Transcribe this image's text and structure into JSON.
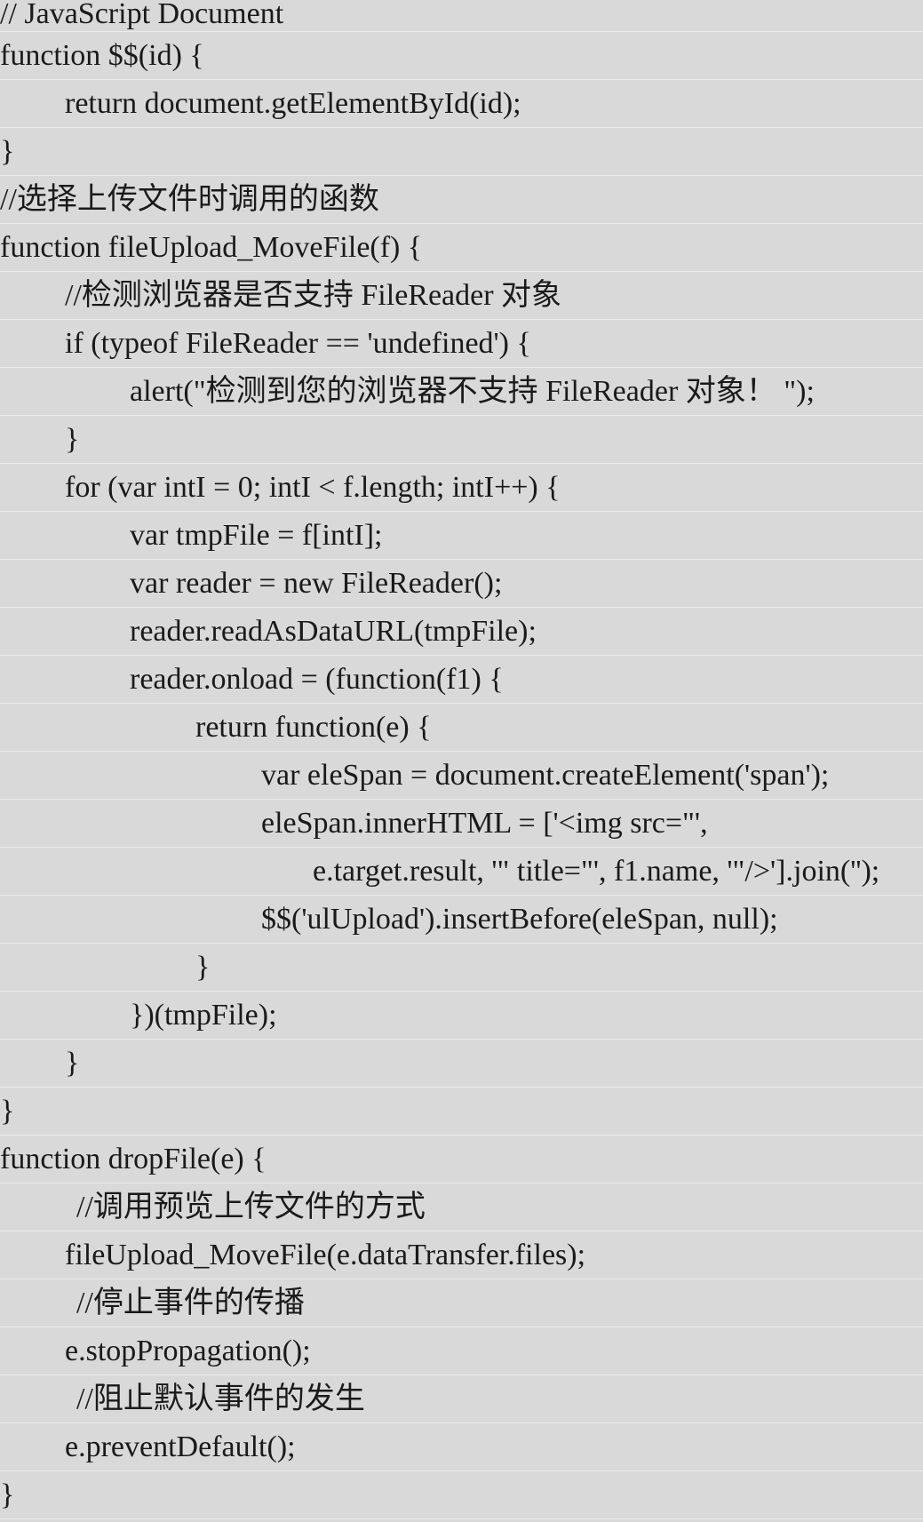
{
  "lines": [
    {
      "text": "// JavaScript Document",
      "indent": 0
    },
    {
      "text": "function $$(id) {",
      "indent": 0
    },
    {
      "text": "return document.getElementById(id);",
      "indent": 1
    },
    {
      "text": "}",
      "indent": 0
    },
    {
      "text": "//选择上传文件时调用的函数",
      "indent": 0
    },
    {
      "text": "function fileUpload_MoveFile(f) {",
      "indent": 0
    },
    {
      "text": "//检测浏览器是否支持 FileReader 对象",
      "indent": 1
    },
    {
      "text": "if (typeof FileReader == 'undefined') {",
      "indent": 1
    },
    {
      "text": "alert(\"检测到您的浏览器不支持 FileReader 对象！ \");",
      "indent": 2
    },
    {
      "text": "}",
      "indent": 1
    },
    {
      "text": "for (var intI = 0; intI < f.length; intI++) {",
      "indent": 1
    },
    {
      "text": "var tmpFile = f[intI];",
      "indent": 2
    },
    {
      "text": "var reader = new FileReader();",
      "indent": 2
    },
    {
      "text": "reader.readAsDataURL(tmpFile);",
      "indent": 2
    },
    {
      "text": "reader.onload = (function(f1) {",
      "indent": 2
    },
    {
      "text": "return function(e) {",
      "indent": 3
    },
    {
      "text": "var eleSpan = document.createElement('span');",
      "indent": 4
    },
    {
      "text": "eleSpan.innerHTML = ['<img src=\"',",
      "indent": 4
    },
    {
      "text": "e.target.result, '\" title=\"', f1.name, '\"/>'].join('');",
      "indent": 5
    },
    {
      "text": "$$('ulUpload').insertBefore(eleSpan, null);",
      "indent": 4
    },
    {
      "text": "}",
      "indent": 3
    },
    {
      "text": "})(tmpFile);",
      "indent": 2
    },
    {
      "text": "}",
      "indent": 1
    },
    {
      "text": "}",
      "indent": 0
    },
    {
      "text": "function dropFile(e) {",
      "indent": 0
    },
    {
      "text": "//调用预览上传文件的方式",
      "indent": 6
    },
    {
      "text": "fileUpload_MoveFile(e.dataTransfer.files);",
      "indent": 1
    },
    {
      "text": "//停止事件的传播",
      "indent": 6
    },
    {
      "text": "e.stopPropagation();",
      "indent": 1
    },
    {
      "text": "//阻止默认事件的发生",
      "indent": 6
    },
    {
      "text": "e.preventDefault();",
      "indent": 1
    },
    {
      "text": "}",
      "indent": 0
    }
  ]
}
